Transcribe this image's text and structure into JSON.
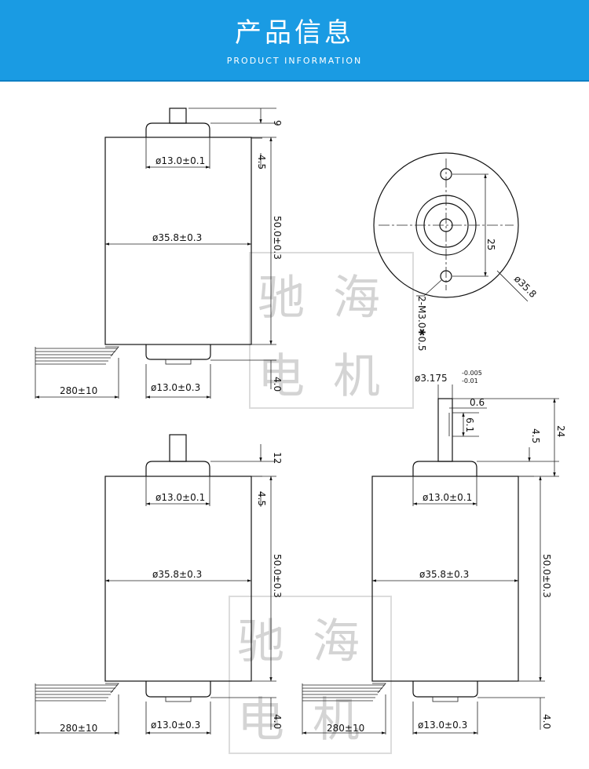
{
  "header": {
    "title": "产品信息",
    "subtitle": "PRODUCT INFORMATION",
    "bg_color": "#1a9be3"
  },
  "watermark": {
    "chars": [
      "驰",
      "海",
      "电",
      "机"
    ]
  },
  "views": {
    "top_left": {
      "shaft_height": "9",
      "boss_height": "4.5",
      "boss_diameter": "ø13.0±0.1",
      "body_diameter": "ø35.8±0.3",
      "body_length": "50.0±0.3",
      "rear_height": "4.0",
      "rear_diameter": "ø13.0±0.3",
      "lead_length": "280±10"
    },
    "end_view": {
      "hole_spacing": "25",
      "mount_holes": "2-M3.0✱0.5",
      "diameter": "ø35.8"
    },
    "bottom_left": {
      "shaft_height": "12",
      "boss_height": "4.5",
      "boss_diameter": "ø13.0±0.1",
      "body_diameter": "ø35.8±0.3",
      "body_length": "50.0±0.3",
      "rear_height": "4.0",
      "rear_diameter": "ø13.0±0.3",
      "lead_length": "280±10"
    },
    "bottom_right": {
      "shaft_diameter": "ø3.175",
      "shaft_tol_upper": "-0.005",
      "shaft_tol_lower": "-0.01",
      "flat_depth": "0.6",
      "flat_length": "6.1",
      "shaft_length": "24",
      "boss_height": "4.5",
      "boss_diameter": "ø13.0±0.1",
      "body_diameter": "ø35.8±0.3",
      "body_length": "50.0±0.3",
      "rear_height": "4.0",
      "rear_diameter": "ø13.0±0.3",
      "lead_length": "280±10"
    }
  }
}
